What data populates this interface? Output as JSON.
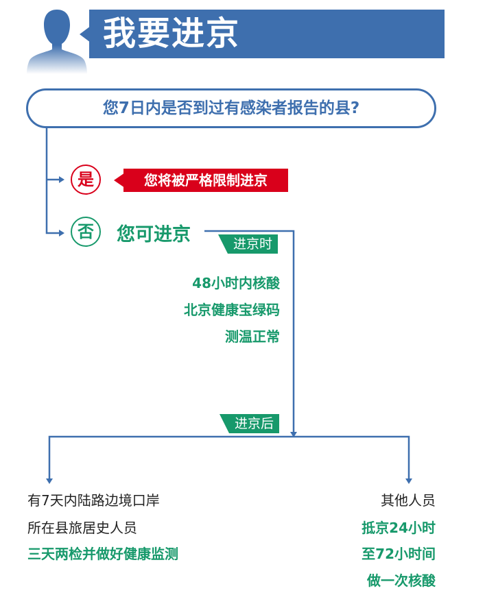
{
  "header": {
    "title": "我要进京"
  },
  "question": "您7日内是否到过有感染者报告的县?",
  "yes": {
    "label": "是",
    "result": "您将被严格限制进京"
  },
  "no": {
    "label": "否",
    "result": "您可进京"
  },
  "on_entry": {
    "tag": "进京时",
    "requirements": [
      "48小时内核酸",
      "北京健康宝绿码",
      "测温正常"
    ]
  },
  "after_entry": {
    "tag": "进京后",
    "left": {
      "lines": [
        "有7天内陆路边境口岸",
        "所在县旅居史人员"
      ],
      "action": "三天两检并做好健康监测"
    },
    "right": {
      "group": "其他人员",
      "actions": [
        "抵京24小时",
        "至72小时间",
        "做一次核酸"
      ]
    }
  },
  "colors": {
    "blue": "#3e6fae",
    "red": "#d9001b",
    "green": "#17996b"
  }
}
